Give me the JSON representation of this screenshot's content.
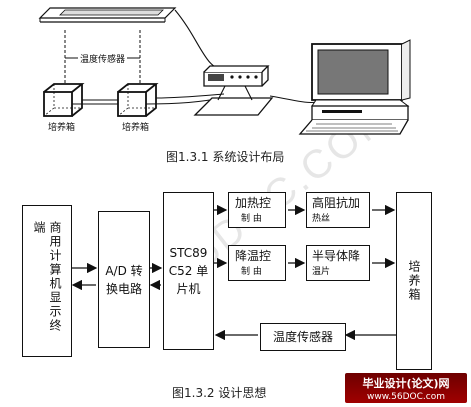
{
  "watermark": "56DOC.COM",
  "figure1": {
    "caption": "图1.3.1 系统设计布局",
    "sensor_label": "温度传感器",
    "box1_label": "培养箱",
    "box2_label": "培养箱"
  },
  "figure2": {
    "caption": "图1.3.2  设计思想",
    "blocks": {
      "pc": "商用计算机显示终端",
      "ad": "A/D 转换电路",
      "mcu": "STC89C52 单片机",
      "heat_ctrl": [
        "加热控",
        "制 由"
      ],
      "high_resist": [
        "高阻抗加",
        "热丝"
      ],
      "cool_ctrl": [
        "降温控",
        "制 由"
      ],
      "semiconductor": [
        "半导体降",
        "温片"
      ],
      "sensor": "温度传感器",
      "incubator": "培养箱"
    }
  },
  "site_badge": {
    "title": "毕业设计(论文)网",
    "url": "www.56DOC.com"
  }
}
